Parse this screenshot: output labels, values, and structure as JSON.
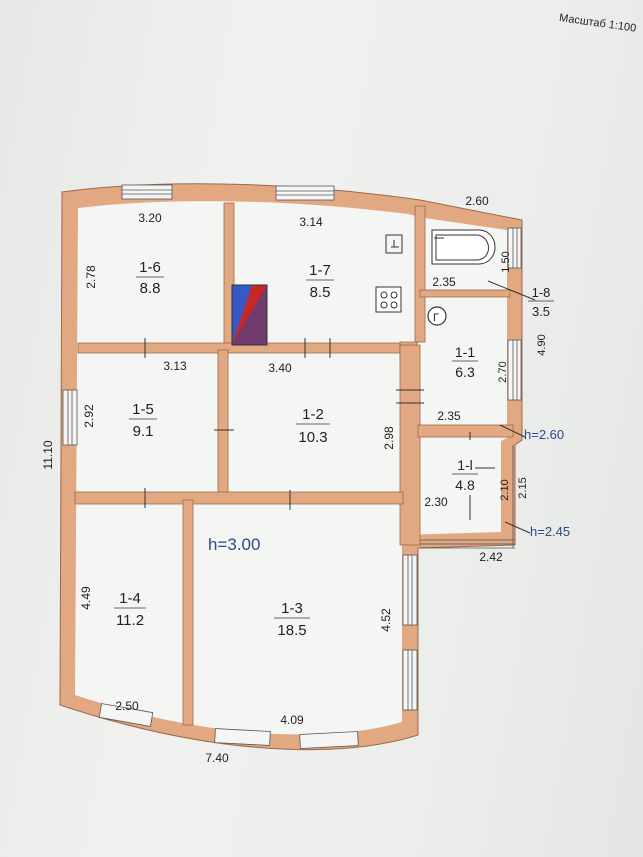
{
  "scale_label": "Масштаб 1:100",
  "rooms": [
    {
      "id": "1-6",
      "area": "8.8"
    },
    {
      "id": "1-7",
      "area": "8.5"
    },
    {
      "id": "1-8",
      "area": "3.5"
    },
    {
      "id": "1-1",
      "area": "6.3"
    },
    {
      "id": "1-5",
      "area": "9.1"
    },
    {
      "id": "1-2",
      "area": "10.3"
    },
    {
      "id": "1-l",
      "area": "4.8"
    },
    {
      "id": "1-4",
      "area": "11.2"
    },
    {
      "id": "1-3",
      "area": "18.5"
    }
  ],
  "dimensions": {
    "d_320": "3.20",
    "d_314": "3.14",
    "d_260": "2.60",
    "d_278": "2.78",
    "d_150": "1.50",
    "d_235a": "2.35",
    "d_313": "3.13",
    "d_340": "3.40",
    "d_490": "4.90",
    "d_270": "2.70",
    "d_292": "2.92",
    "d_235b": "2.35",
    "d_298": "2.98",
    "d_1110": "11.10",
    "d_210": "2.10",
    "d_215": "2.15",
    "d_230": "2.30",
    "d_242": "2.42",
    "d_449": "4.49",
    "d_452": "4.52",
    "d_250": "2.50",
    "d_409": "4.09",
    "d_740": "7.40"
  },
  "heights": {
    "main": "h=3.00",
    "h260": "h=2.60",
    "h245": "h=2.45"
  },
  "symbols": {
    "boiler": "Г"
  }
}
